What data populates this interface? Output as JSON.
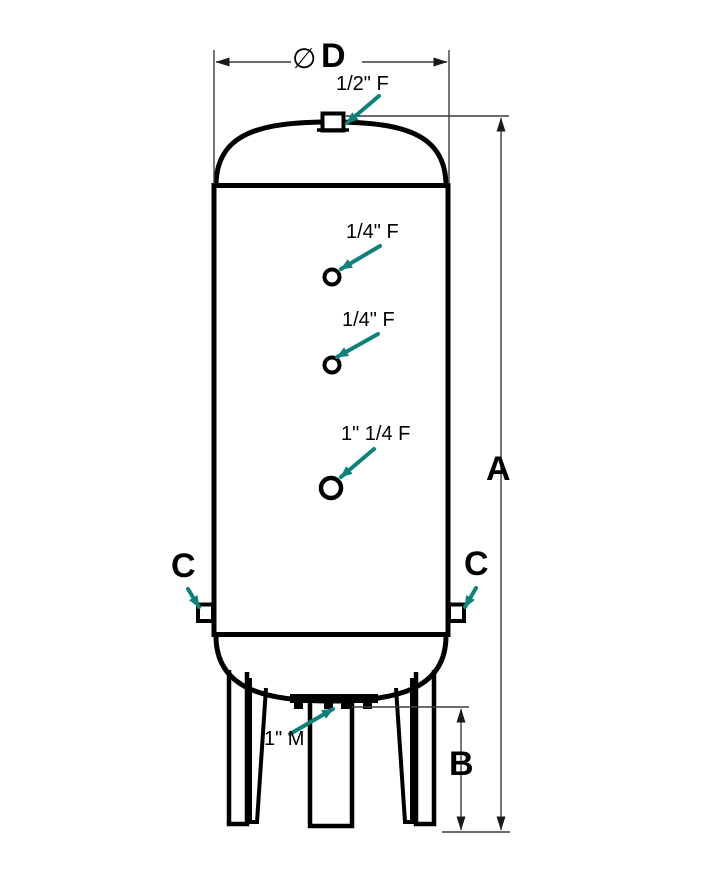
{
  "drawing": {
    "dimension_labels": {
      "diameter_symbol": "∅",
      "diameter": "D",
      "overall_height": "A",
      "leg_height": "B",
      "side_connection_left": "C",
      "side_connection_right": "C"
    },
    "connection_labels": {
      "top": "1/2\" F",
      "upper_port": "1/4\" F",
      "middle_port": "1/4\" F",
      "lower_port": "1\" 1/4 F",
      "bottom": "1\" M"
    },
    "colors": {
      "outline": "#000000",
      "dimension_line": "#3c3c3c",
      "leader": "#0d827b"
    }
  }
}
